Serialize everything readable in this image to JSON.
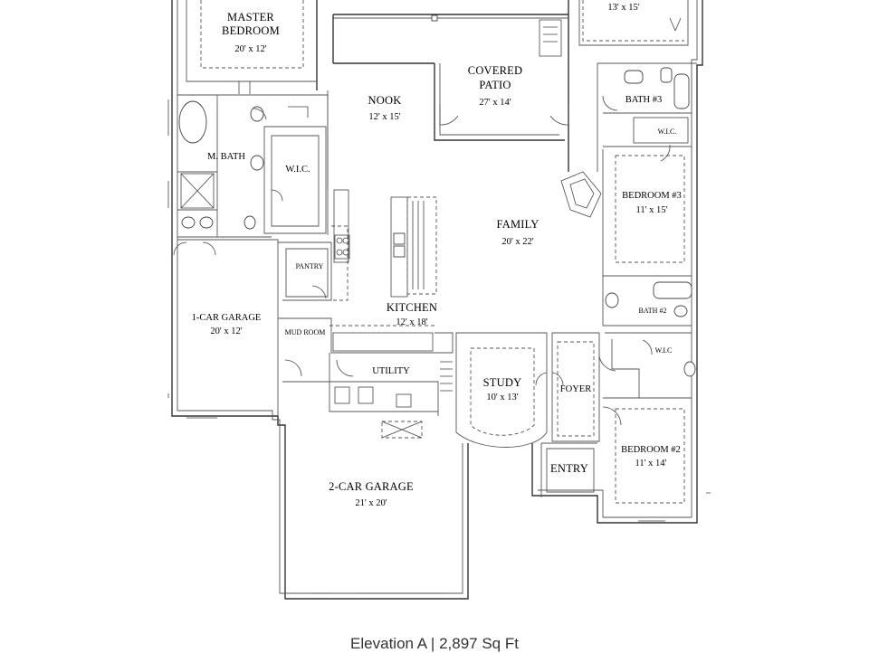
{
  "caption": {
    "elevation": "Elevation A",
    "separator": "|",
    "area": "2,897 Sq Ft"
  },
  "rooms": {
    "master_bedroom": {
      "name_line1": "MASTER",
      "name_line2": "BEDROOM",
      "dims": "20' x 12'"
    },
    "bedroom4": {
      "dims": "13' x 15'"
    },
    "nook": {
      "name": "NOOK",
      "dims": "12' x 15'"
    },
    "covered_patio": {
      "name_line1": "COVERED",
      "name_line2": "PATIO",
      "dims": "27' x 14'"
    },
    "bath3": {
      "name": "BATH #3"
    },
    "wic_right": {
      "name": "W.I.C."
    },
    "m_bath": {
      "name": "M. BATH"
    },
    "wic_master": {
      "name": "W.I.C."
    },
    "bedroom3": {
      "name": "BEDROOM #3",
      "dims": "11' x 15'"
    },
    "family": {
      "name": "FAMILY",
      "dims": "20' x 22'"
    },
    "pantry": {
      "name": "PANTRY"
    },
    "kitchen": {
      "name": "KITCHEN",
      "dims": "12' x 18'"
    },
    "one_car_garage": {
      "name": "1-CAR GARAGE",
      "dims": "20' x 12'"
    },
    "mud_room": {
      "name": "MUD ROOM"
    },
    "bath2": {
      "name": "BATH #2"
    },
    "wic_small": {
      "name": "W.I.C"
    },
    "utility": {
      "name": "UTILITY"
    },
    "study": {
      "name": "STUDY",
      "dims": "10' x 13'"
    },
    "foyer": {
      "name": "FOYER"
    },
    "bedroom2": {
      "name": "BEDROOM #2",
      "dims": "11' x 14'"
    },
    "entry": {
      "name": "ENTRY"
    },
    "two_car_garage": {
      "name": "2-CAR GARAGE",
      "dims": "21' x 20'"
    }
  }
}
